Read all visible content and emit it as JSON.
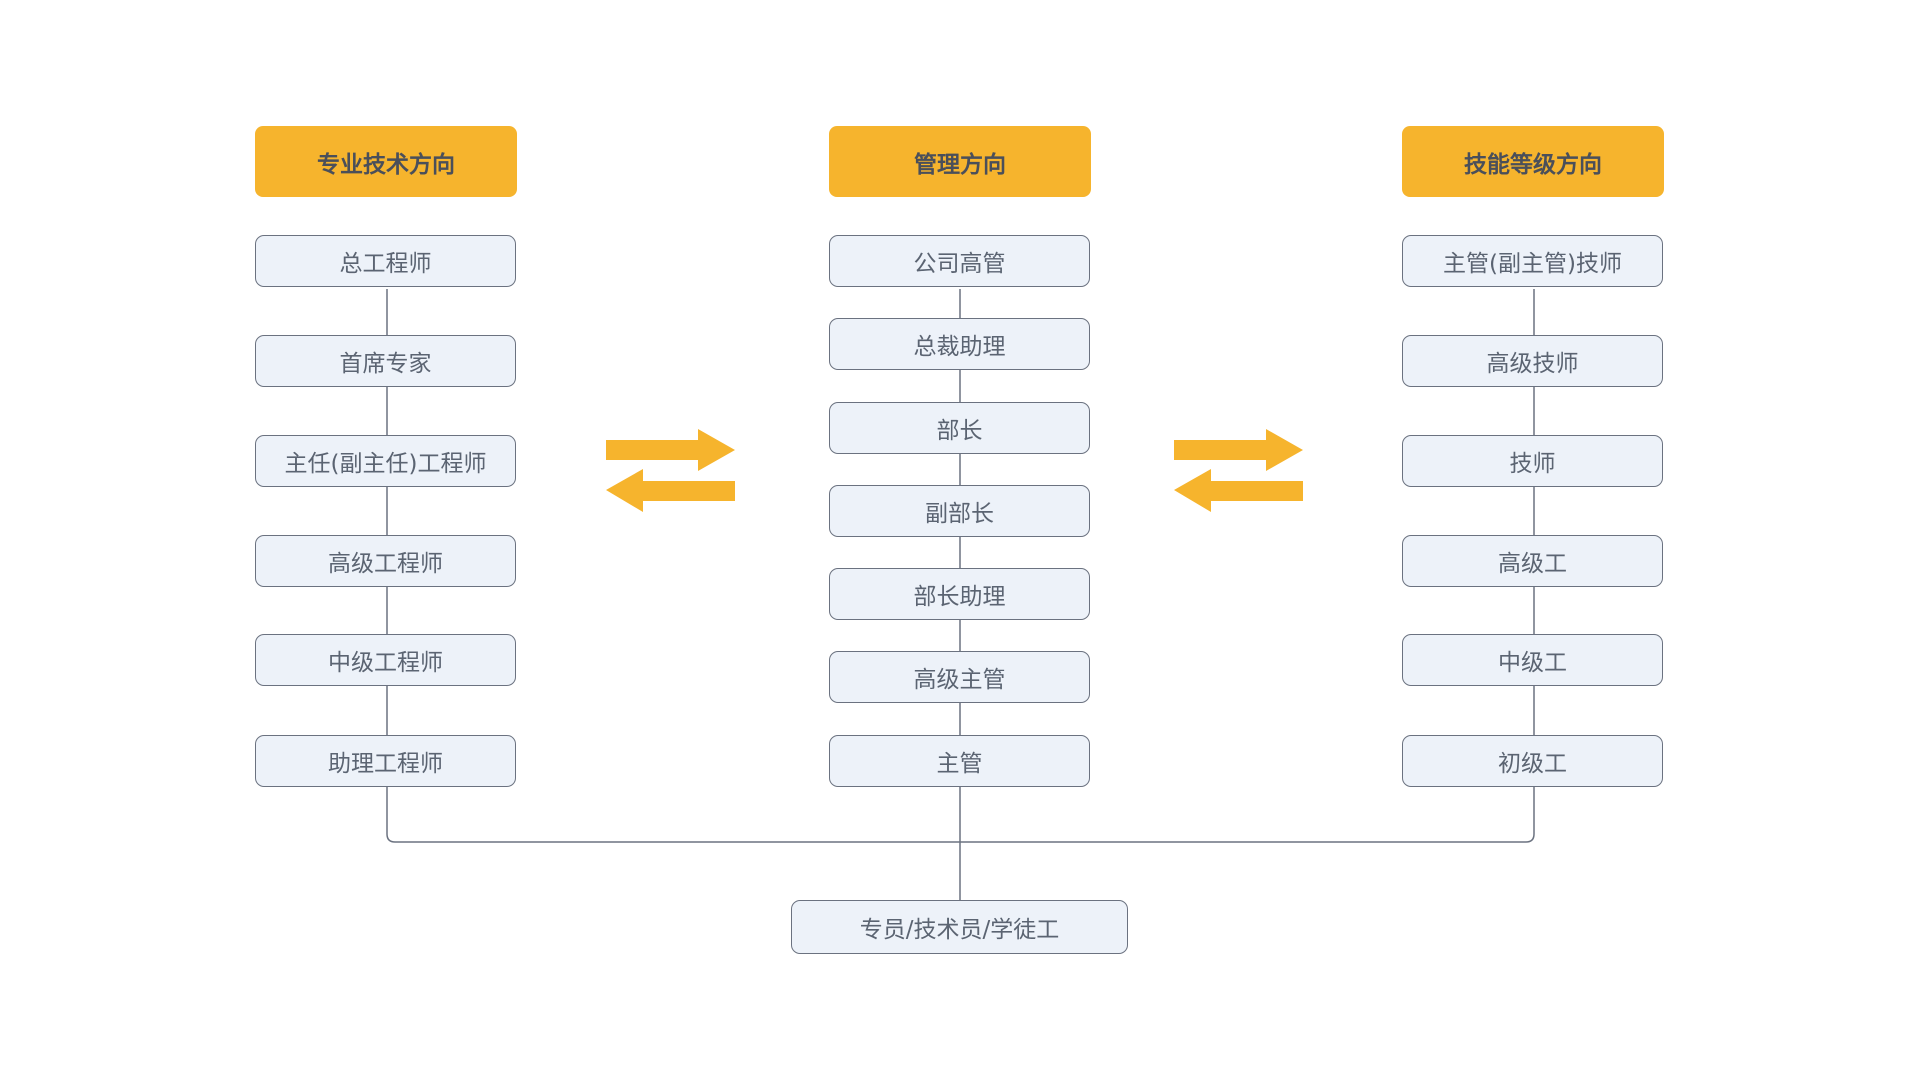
{
  "colors": {
    "accent": "#f6b42d",
    "box_fill": "#edf2f9",
    "box_border": "#6b7280",
    "text": "#5b6472"
  },
  "columns": [
    {
      "title": "专业技术方向",
      "items": [
        "总工程师",
        "首席专家",
        "主任(副主任)工程师",
        "高级工程师",
        "中级工程师",
        "助理工程师"
      ]
    },
    {
      "title": "管理方向",
      "items": [
        "公司高管",
        "总裁助理",
        "部长",
        "副部长",
        "部长助理",
        "高级主管",
        "主管"
      ]
    },
    {
      "title": "技能等级方向",
      "items": [
        "主管(副主管)技师",
        "高级技师",
        "技师",
        "高级工",
        "中级工",
        "初级工"
      ]
    }
  ],
  "base": "专员/技术员/学徒工",
  "icons": [
    "double-arrow-exchange-icon",
    "double-arrow-exchange-icon"
  ]
}
